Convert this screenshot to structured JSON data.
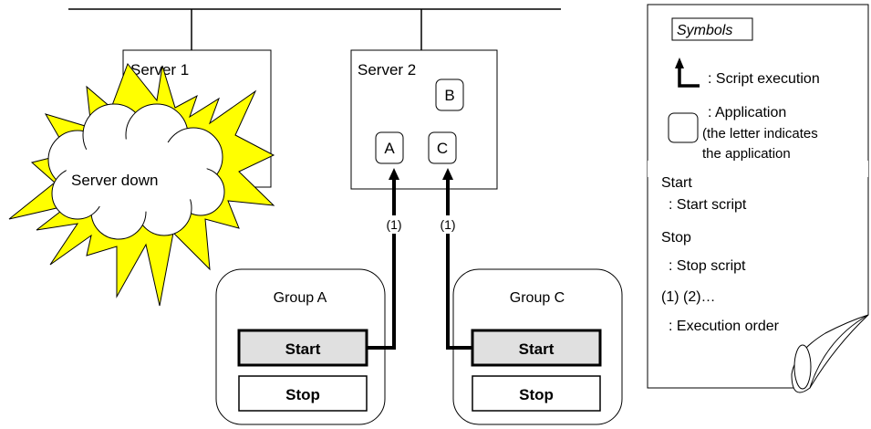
{
  "servers": [
    {
      "label": "Server 1"
    },
    {
      "label": "Server 2"
    }
  ],
  "server_down": {
    "label": "Server down"
  },
  "applications": [
    "A",
    "B",
    "C"
  ],
  "execution_order": [
    "(1)",
    "(1)"
  ],
  "groups": [
    {
      "label": "Group A",
      "start": "Start",
      "stop": "Stop"
    },
    {
      "label": "Group C",
      "start": "Start",
      "stop": "Stop"
    }
  ],
  "legend": {
    "title": "Symbols",
    "script_execution": ": Script execution",
    "application_lines": [
      ": Application",
      "(the letter indicates",
      "the application"
    ],
    "start_word": "Start",
    "start_desc": ": Start script",
    "stop_word": "Stop",
    "stop_desc": ": Stop script",
    "order_word": "(1) (2)…",
    "order_desc": ": Execution order"
  },
  "colors": {
    "burst_fill": "#ffff00",
    "cloud_fill": "#ffffff",
    "start_fill": "#e0e0e0",
    "line": "#000000"
  }
}
